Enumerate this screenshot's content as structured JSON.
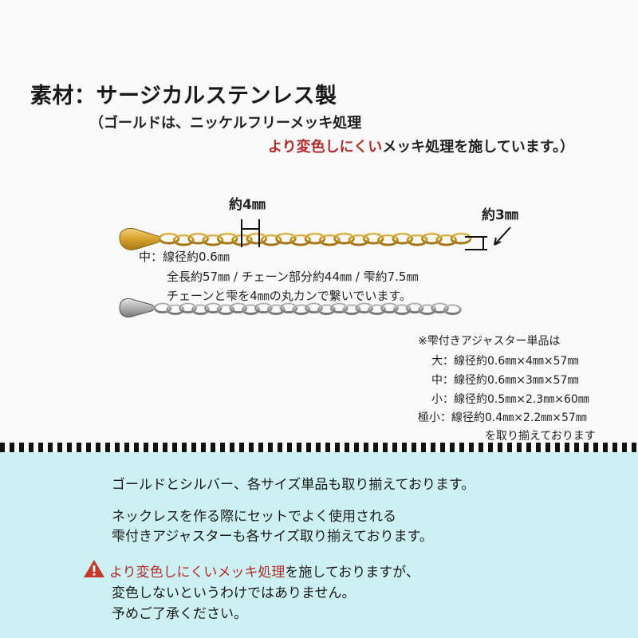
{
  "header": {
    "title": "素材：サージカルステンレス製",
    "sub_line1": "（ゴールドは、ニッケルフリーメッキ処理",
    "sub_line2_red": "より変色しにくい",
    "sub_line2_rest": "メッキ処理を施しています。）"
  },
  "dimensions": {
    "link_length": "約4㎜",
    "drop_width": "約3㎜"
  },
  "specs": {
    "size_label": "中：線径約0.6㎜",
    "lengths": "全長約57㎜ / チェーン部分約44㎜ / 雫約7.5㎜",
    "connection": "チェーンと雫を4㎜の丸カンで繋いでいます。"
  },
  "notes": {
    "title": "※雫付きアジャスター単品は",
    "large": "大：線径約0.6㎜×4㎜×57㎜",
    "medium": "中：線径約0.6㎜×3㎜×57㎜",
    "small": "小：線径約0.5㎜×2.3㎜×60㎜",
    "tiny": "極小：線径約0.4㎜×2.2㎜×57㎜",
    "footer": "を取り揃えております"
  },
  "bottom": {
    "line1": "ゴールドとシルバー、各サイズ単品も取り揃えております。",
    "line2": "ネックレスを作る際にセットでよく使用される",
    "line3": "雫付きアジャスターも各サイズ取り揃えております。",
    "warning_red": "より変色しにくいメッキ処理",
    "warning_rest": "を施しておりますが、",
    "line5": "変色しないというわけではありません。",
    "line6": "予めご了承ください。"
  },
  "colors": {
    "accent_red": "#b12a2a",
    "gold": "#d9a934",
    "silver": "#a9a9a9",
    "bottom_bg": "#cdf1f3"
  },
  "icons": [
    "warning-icon"
  ]
}
